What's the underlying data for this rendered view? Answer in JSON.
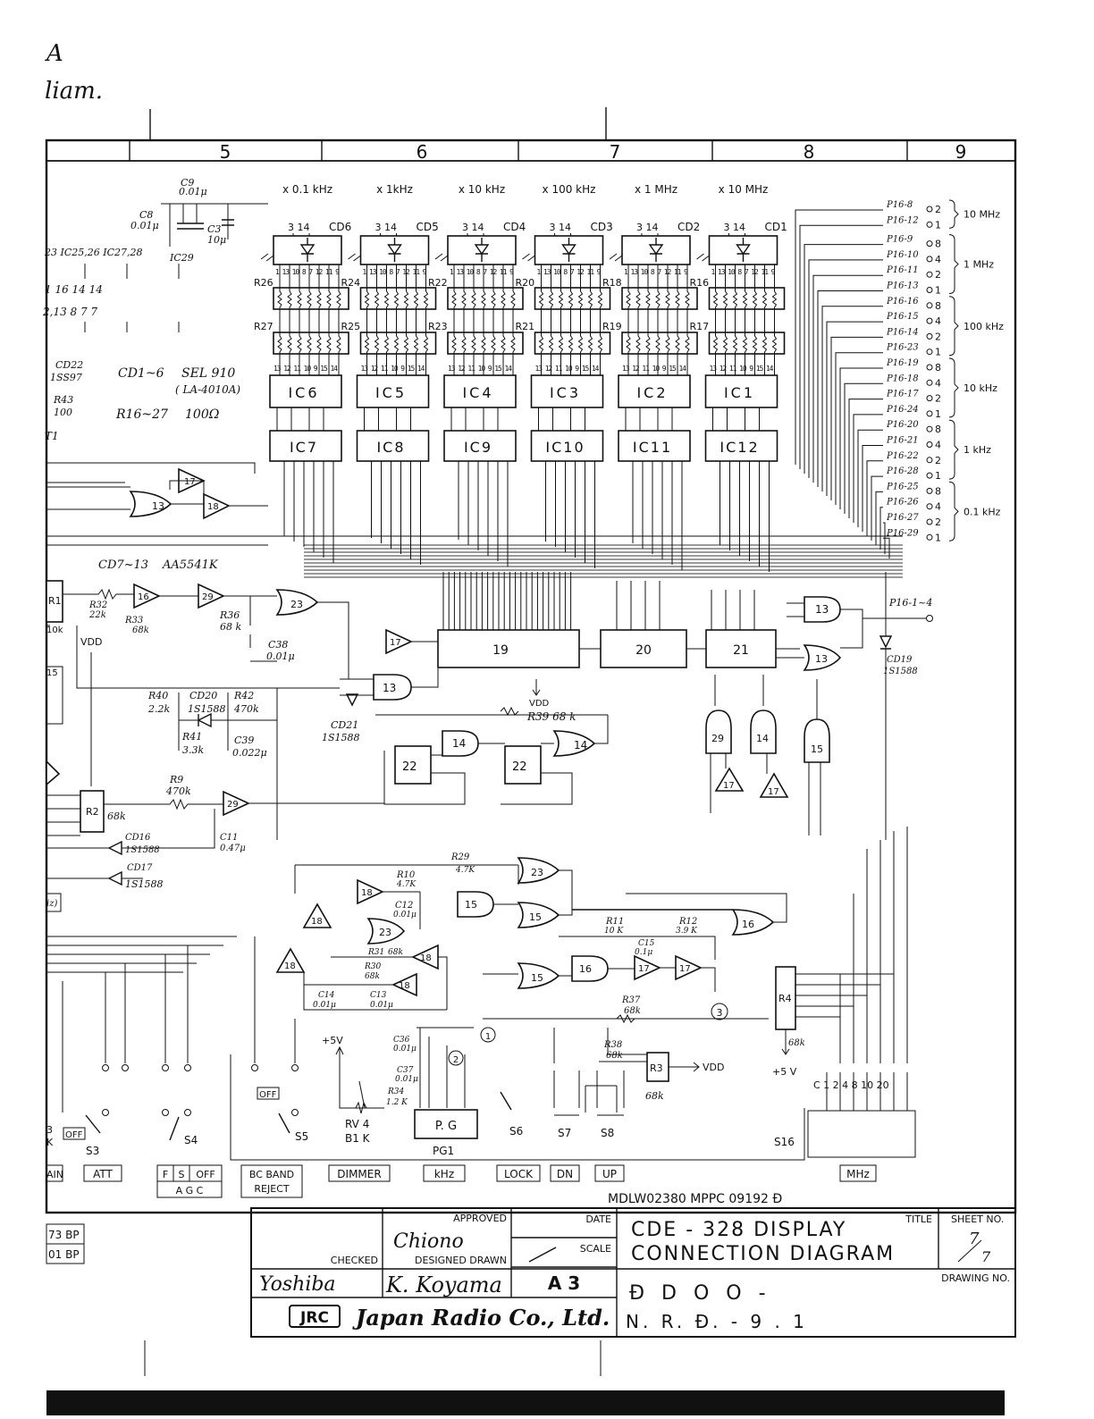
{
  "corner": {
    "letter": "A",
    "word": "liam."
  },
  "columns": [
    "5",
    "6",
    "7",
    "8",
    "9"
  ],
  "displays": [
    {
      "mult": "x 0.1 kHz",
      "cd": "CD6",
      "ra": "R26",
      "rb": "R27",
      "ic_top": "IC6",
      "ic_bot": "IC7"
    },
    {
      "mult": "x 1kHz",
      "cd": "CD5",
      "ra": "R24",
      "rb": "R25",
      "ic_top": "IC5",
      "ic_bot": "IC8"
    },
    {
      "mult": "x 10 kHz",
      "cd": "CD4",
      "ra": "R22",
      "rb": "R23",
      "ic_top": "IC4",
      "ic_bot": "IC9"
    },
    {
      "mult": "x 100 kHz",
      "cd": "CD3",
      "ra": "R20",
      "rb": "R21",
      "ic_top": "IC3",
      "ic_bot": "IC10"
    },
    {
      "mult": "x 1 MHz",
      "cd": "CD2",
      "ra": "R18",
      "rb": "R19",
      "ic_top": "IC2",
      "ic_bot": "IC11"
    },
    {
      "mult": "x 10 MHz",
      "cd": "CD1",
      "ra": "R16",
      "rb": "R17",
      "ic_top": "IC1",
      "ic_bot": "IC12"
    }
  ],
  "pin_row_top": "3 14",
  "pin_row_seg": "1 13 10 8 7 12 11 9",
  "pin_row_ic": "13 12 11 10 9 15 14",
  "p16": [
    {
      "pin": "P16-8",
      "w": "2"
    },
    {
      "pin": "P16-12",
      "w": "1"
    },
    {
      "pin": "P16-9",
      "w": "8"
    },
    {
      "pin": "P16-10",
      "w": "4"
    },
    {
      "pin": "P16-11",
      "w": "2"
    },
    {
      "pin": "P16-13",
      "w": "1"
    },
    {
      "pin": "P16-16",
      "w": "8"
    },
    {
      "pin": "P16-15",
      "w": "4"
    },
    {
      "pin": "P16-14",
      "w": "2"
    },
    {
      "pin": "P16-23",
      "w": "1"
    },
    {
      "pin": "P16-19",
      "w": "8"
    },
    {
      "pin": "P16-18",
      "w": "4"
    },
    {
      "pin": "P16-17",
      "w": "2"
    },
    {
      "pin": "P16-24",
      "w": "1"
    },
    {
      "pin": "P16-20",
      "w": "8"
    },
    {
      "pin": "P16-21",
      "w": "4"
    },
    {
      "pin": "P16-22",
      "w": "2"
    },
    {
      "pin": "P16-28",
      "w": "1"
    },
    {
      "pin": "P16-25",
      "w": "8"
    },
    {
      "pin": "P16-26",
      "w": "4"
    },
    {
      "pin": "P16-27",
      "w": "2"
    },
    {
      "pin": "P16-29",
      "w": "1"
    }
  ],
  "ranges": [
    "10 MHz",
    "1 MHz",
    "100 kHz",
    "10 kHz",
    "1 kHz",
    "0.1 kHz"
  ],
  "p16_14": "P16-1~4",
  "left_labels": {
    "c9": "C9",
    "c9v": "0.01μ",
    "c8": "C8",
    "c8v": "0.01μ",
    "c3": "C3",
    "c3v": "10μ",
    "ic_row": "23  IC25,26  IC27,28",
    "ic29": "IC29",
    "pins1": "1   16   14   14",
    "pins2": "2,13  8   7   7",
    "cd22": "CD22",
    "cd22p": "1SS97",
    "r43": "R43",
    "r43v": "100",
    "t1": "T1",
    "cd16": "CD1~6",
    "sel": "SEL 910",
    "la": "( LA-4010A)",
    "r1627": "R16~27",
    "r1627v": "100Ω",
    "cd713": "CD7~13",
    "aa": "AA5541K",
    "r1": "R1",
    "r1v": "10k",
    "vdd": "VDD",
    "n15": "15",
    "r32": "R32",
    "r32v": "22k",
    "r33": "R33",
    "r33v": "68k",
    "r36": "R36",
    "r36v": "68 k",
    "c38": "C38",
    "c38v": "0.01μ",
    "r40": "R40",
    "r40v": "2.2k",
    "cd20": "CD20",
    "cd20p": "1S1588",
    "r42": "R42",
    "r42v": "470k",
    "r41": "R41",
    "r41v": "3.3k",
    "c39": "C39",
    "c39v": "0.022μ",
    "cd21": "CD21",
    "cd21p": "1S1588",
    "r39": "R39  68 k",
    "r9": "R9",
    "r9v": "470k",
    "r2": "R2",
    "r2v": "68k",
    "c11": "C11",
    "c11v": "0.47μ",
    "cd16b": "CD16",
    "cd16bp": "1S1588",
    "cd17": "CD17",
    "cd17p": "1S1588",
    "iz": "iz)",
    "r29": "R29",
    "r29v": "4.7K",
    "r10": "R10",
    "r10v": "4.7K",
    "c12": "C12",
    "c12v": "0.01μ",
    "r31": "R31",
    "r31v": "68k",
    "r30": "R30",
    "r30v": "68k",
    "c14": "C14",
    "c14v": "0.01μ",
    "c13": "C13",
    "c13v": "0.01μ",
    "r11": "R11",
    "r11v": "10 K",
    "r12": "R12",
    "r12v": "3.9 K",
    "c15": "C15",
    "c15v": "0.1μ",
    "r37": "R37",
    "r37v": "68k",
    "r38": "R38",
    "r38v": "68k",
    "r3": "R3",
    "r3v": "68k",
    "r4": "R4",
    "r4v": "68k",
    "vdd2": "VDD",
    "p5v": "+5V",
    "p5v2": "+5 V",
    "c36": "C36",
    "c36v": "0.01μ",
    "c37": "C37",
    "c37v": "0.01μ",
    "r34": "R34",
    "r34v": "1.2 K",
    "rv4": "RV 4",
    "rv4v": "B1 K",
    "pg": "P. G",
    "pg1": "PG1",
    "cd19": "CD19",
    "cd19p": "1S1588",
    "s16": "S16",
    "s16pins": "C  1  2  4  8  10  20",
    "n3": "3",
    "k": "K"
  },
  "switches": {
    "s3": "S3",
    "s4": "S4",
    "s5": "S5",
    "s6": "S6",
    "s7": "S7",
    "s8": "S8",
    "off": "OFF"
  },
  "panel_labels": {
    "main": "AIN",
    "att": "ATT",
    "f": "F",
    "s": "S",
    "off": "OFF",
    "agc": "A G C",
    "bc1": "BC  BAND",
    "bc2": "REJECT",
    "dimmer": "DIMMER",
    "khz": "kHz",
    "lock": "LOCK",
    "dn": "DN",
    "up": "UP",
    "mhz": "MHz"
  },
  "bp1": "73 BP",
  "bp2": "01 BP",
  "doc_ref": "MDLW02380      MPPC 09192  Đ",
  "title_block": {
    "approved": "APPROVED",
    "checked": "CHECKED",
    "designed": "DESIGNED DRAWN",
    "sig_approved": "Chiono",
    "sig_checked": "Yoshiba",
    "sig_designed": "K. Koyama",
    "date": "DATE",
    "scale": "SCALE",
    "size": "A 3",
    "title_label": "TITLE",
    "title1": "CDE - 328  DISPLAY",
    "title2": "CONNECTION  DIAGRAM",
    "sheet_label": "SHEET NO.",
    "sheet_top": "7",
    "sheet_bot": "7",
    "drawing_label": "DRAWING NO.",
    "drawing1": "Đ D O O -",
    "drawing2": "N. R. Đ. - 9 . 1",
    "jrc": "JRC",
    "company": "Japan Radio Co., Ltd."
  }
}
